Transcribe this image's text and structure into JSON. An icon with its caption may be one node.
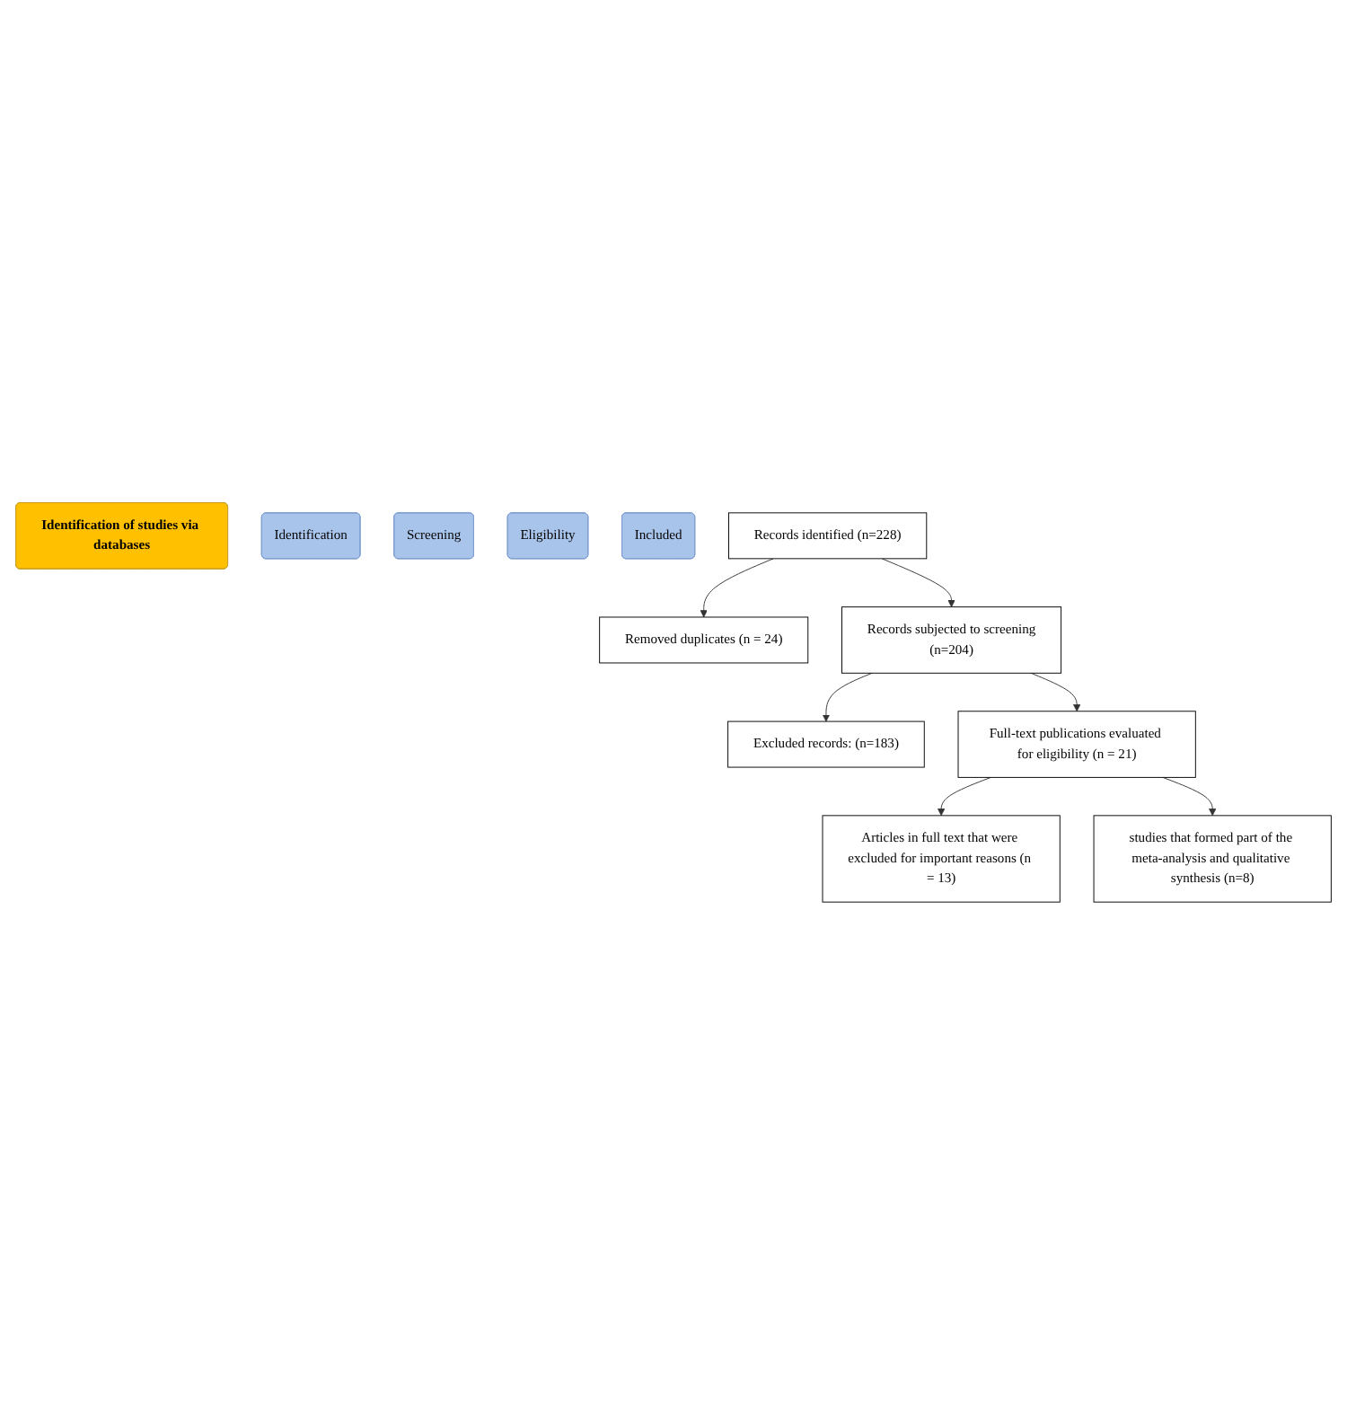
{
  "diagram": {
    "nodes": [
      {
        "text": [
          "Identification of studies via databases"
        ]
      },
      {
        "text": [
          "Identification"
        ]
      },
      {
        "text": [
          "Screening"
        ]
      },
      {
        "text": [
          "Eligibility"
        ]
      },
      {
        "text": [
          "Included"
        ]
      },
      {
        "text": [
          "Records identified (n=228)"
        ]
      },
      {
        "text": [
          "Removed duplicates (n = 24)"
        ]
      },
      {
        "text": [
          "Records subjected to screening",
          "(n=204)"
        ]
      },
      {
        "text": [
          "Excluded records: (n=183)"
        ]
      },
      {
        "text": [
          "Full-text publications evaluated for eligibility (n = 21)"
        ]
      },
      {
        "text": [
          "Articles in full text that were excluded for important reasons (n = 13)"
        ]
      },
      {
        "text": [
          "studies that formed part of the meta-analysis and qualitative synthesis (n=8)"
        ]
      }
    ],
    "edges": [
      {
        "from": 5,
        "to": 7,
        "arrow": "to"
      },
      {
        "from": 5,
        "to": 6,
        "arrow": "to"
      },
      {
        "from": 7,
        "to": 8,
        "arrow": "to"
      },
      {
        "from": 7,
        "to": 9,
        "arrow": "to"
      },
      {
        "from": 9,
        "to": 10,
        "arrow": "to"
      },
      {
        "from": 9,
        "to": 11,
        "arrow": "to"
      }
    ]
  }
}
